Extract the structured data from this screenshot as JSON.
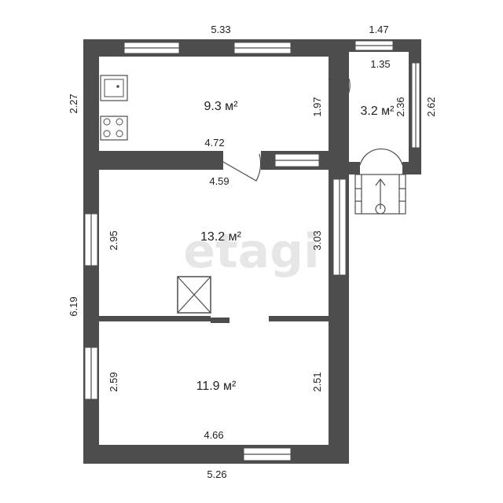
{
  "watermark": "etagi",
  "dimensions": {
    "top_width": "5.33",
    "vestibule_top": "1.47",
    "vestibule_inner_width": "1.35",
    "left_kitchen": "2.27",
    "vestibule_outer_height": "2.62",
    "vestibule_inner_height": "2.36",
    "kitchen_right_height": "1.97",
    "kitchen_bottom_width": "4.72",
    "living_top_width": "4.59",
    "living_left_height": "2.95",
    "living_right_height": "3.03",
    "left_total_height": "6.19",
    "bedroom_left_height": "2.59",
    "bedroom_right_height": "2.51",
    "bedroom_bottom_inner": "4.66",
    "bottom_total_width": "5.26"
  },
  "rooms": {
    "kitchen_area": "9.3 м²",
    "vestibule_area": "3.2 м²",
    "living_area": "13.2 м²",
    "bedroom_area": "11.9 м²"
  },
  "colors": {
    "wall": "#4d4d4d",
    "text": "#222222",
    "watermark": "#e6e6e6"
  },
  "icons": [
    "sink-icon",
    "stove-icon",
    "hatch-icon",
    "entrance-steps-icon"
  ]
}
